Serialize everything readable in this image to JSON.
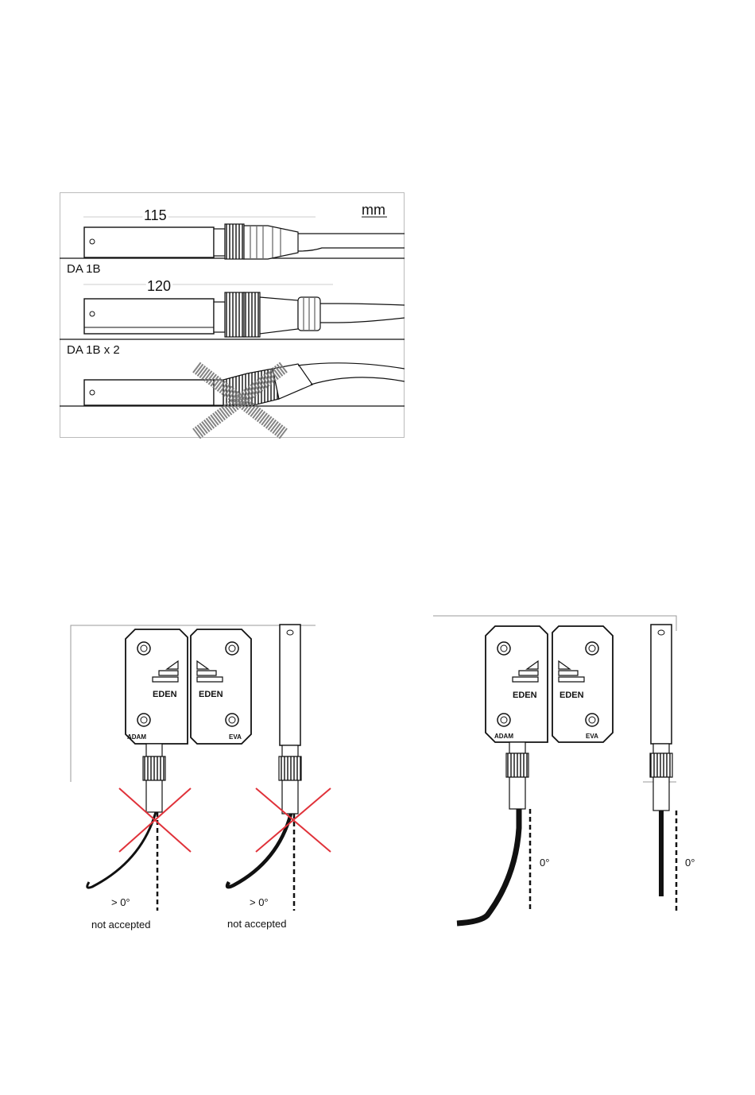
{
  "top_figure": {
    "unit": "mm",
    "dim_1": "115",
    "dim_2": "120",
    "label_1": "DA 1B",
    "label_2": "DA 1B x 2"
  },
  "bottom_left": {
    "brand_left": "EDEN",
    "brand_right": "EDEN",
    "sensor_left": "ADAM",
    "sensor_right": "EVA",
    "angle_1": "> 0°",
    "angle_2": "> 0°",
    "status_1": "not accepted",
    "status_2": "not accepted"
  },
  "bottom_right": {
    "brand_left": "EDEN",
    "brand_right": "EDEN",
    "sensor_left": "ADAM",
    "sensor_right": "EVA",
    "angle_1": "0°",
    "angle_2": "0°"
  },
  "colors": {
    "reject_cross": "#e0323a",
    "hatch_cross": "#777777",
    "line": "#111111"
  }
}
